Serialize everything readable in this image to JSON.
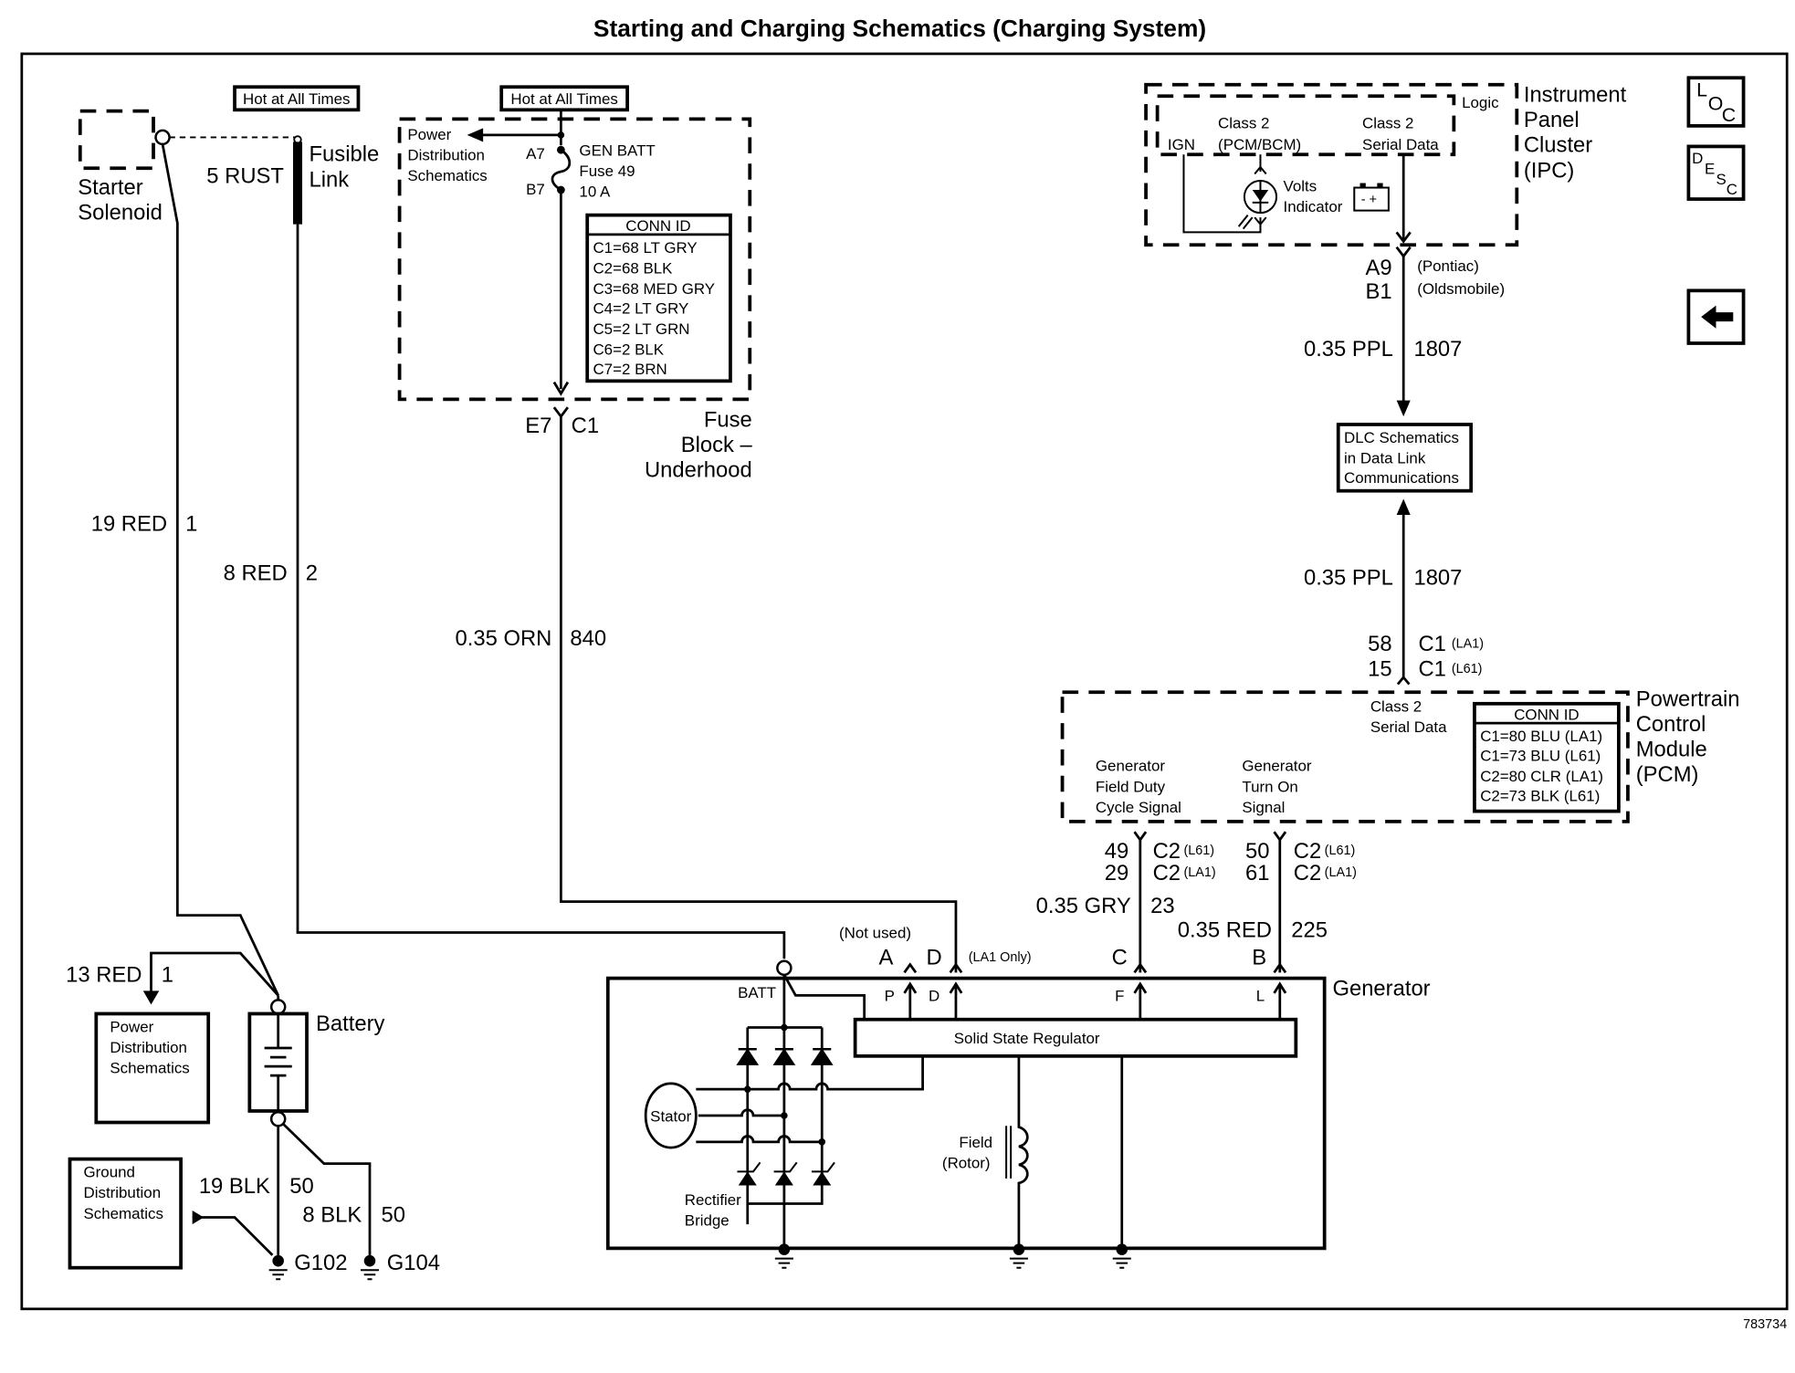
{
  "title": "Starting and Charging Schematics (Charging System)",
  "figure_id": "783734",
  "nav": {
    "loc_label": [
      "L",
      "O",
      "C"
    ],
    "desc_label": [
      "D",
      "E",
      "S",
      "C"
    ],
    "back_icon": "left-arrow-icon"
  },
  "hot_labels": [
    "Hot at All Times",
    "Hot at All Times"
  ],
  "starter": {
    "label1": "Starter",
    "label2": "Solenoid"
  },
  "fusible_link": {
    "label1": "Fusible",
    "label2": "Link",
    "wire": "5 RUST"
  },
  "fuse_block": {
    "name_lines": [
      "Fuse",
      "Block –",
      "Underhood"
    ],
    "power_dist": [
      "Power",
      "Distribution",
      "Schematics"
    ],
    "pin_in": "A7",
    "pin_out": "B7",
    "fuse_lines": [
      "GEN BATT",
      "Fuse 49",
      "10 A"
    ],
    "connector_pin": "E7",
    "connector": "C1",
    "conn_id_header": "CONN ID",
    "conn_id_rows": [
      "C1=68 LT GRY",
      "C2=68 BLK",
      "C3=68 MED GRY",
      "C4=2 LT GRY",
      "C5=2 LT GRN",
      "C6=2 BLK",
      "C7=2 BRN"
    ]
  },
  "wires": {
    "w19red": {
      "size_color": "19 RED",
      "circuit": "1"
    },
    "w8red": {
      "size_color": "8 RED",
      "circuit": "2"
    },
    "worn": {
      "size_color": "0.35 ORN",
      "circuit": "840"
    },
    "wppl1": {
      "size_color": "0.35 PPL",
      "circuit": "1807"
    },
    "wppl2": {
      "size_color": "0.35 PPL",
      "circuit": "1807"
    },
    "wgry": {
      "size_color": "0.35 GRY",
      "circuit": "23"
    },
    "wred": {
      "size_color": "0.35 RED",
      "circuit": "225"
    },
    "w13red": {
      "size_color": "13 RED",
      "circuit": "1"
    },
    "w19blk": {
      "size_color": "19 BLK",
      "circuit": "50"
    },
    "w8blk": {
      "size_color": "8 BLK",
      "circuit": "50"
    }
  },
  "ipc": {
    "name_lines": [
      "Instrument",
      "Panel",
      "Cluster",
      "(IPC)"
    ],
    "logic": "Logic",
    "ign": "IGN",
    "class2_pcm": [
      "Class 2",
      "(PCM/BCM)"
    ],
    "class2_serial": [
      "Class 2",
      "Serial Data"
    ],
    "volts_indicator": [
      "Volts",
      "Indicator"
    ],
    "pins": [
      "A9",
      "B1"
    ],
    "pin_notes": [
      "(Pontiac)",
      "(Oldsmobile)"
    ]
  },
  "dlc_box": [
    "DLC Schematics",
    "in Data Link",
    "Communications"
  ],
  "pcm": {
    "name_lines": [
      "Powertrain",
      "Control",
      "Module",
      "(PCM)"
    ],
    "serial_pins": [
      "58",
      "15"
    ],
    "serial_conns": [
      "C1",
      "C1"
    ],
    "serial_notes": [
      "(LA1)",
      "(L61)"
    ],
    "class2_serial": [
      "Class 2",
      "Serial Data"
    ],
    "gen_field": [
      "Generator",
      "Field Duty",
      "Cycle Signal"
    ],
    "gen_turnon": [
      "Generator",
      "Turn On",
      "Signal"
    ],
    "conn_id_header": "CONN ID",
    "conn_id_rows": [
      "C1=80 BLU (LA1)",
      "C1=73 BLU (L61)",
      "C2=80 CLR (LA1)",
      "C2=73 BLK (L61)"
    ],
    "field_pins": [
      "49",
      "29"
    ],
    "field_conns": [
      "C2",
      "C2"
    ],
    "field_notes": [
      "(L61)",
      "(LA1)"
    ],
    "turnon_pins": [
      "50",
      "61"
    ],
    "turnon_conns": [
      "C2",
      "C2"
    ],
    "turnon_notes": [
      "(L61)",
      "(LA1)"
    ]
  },
  "generator": {
    "name": "Generator",
    "batt": "BATT",
    "not_used": "(Not used)",
    "la1_only": "(LA1 Only)",
    "ext_terms": [
      "A",
      "D",
      "C",
      "B"
    ],
    "int_terms": [
      "P",
      "D",
      "F",
      "L"
    ],
    "regulator": "Solid State Regulator",
    "stator": "Stator",
    "rectifier": [
      "Rectifier",
      "Bridge"
    ],
    "field": [
      "Field",
      "(Rotor)"
    ]
  },
  "battery": {
    "label": "Battery"
  },
  "power_dist_box": [
    "Power",
    "Distribution",
    "Schematics"
  ],
  "ground_dist_box": [
    "Ground",
    "Distribution",
    "Schematics"
  ],
  "grounds": [
    "G102",
    "G104"
  ]
}
